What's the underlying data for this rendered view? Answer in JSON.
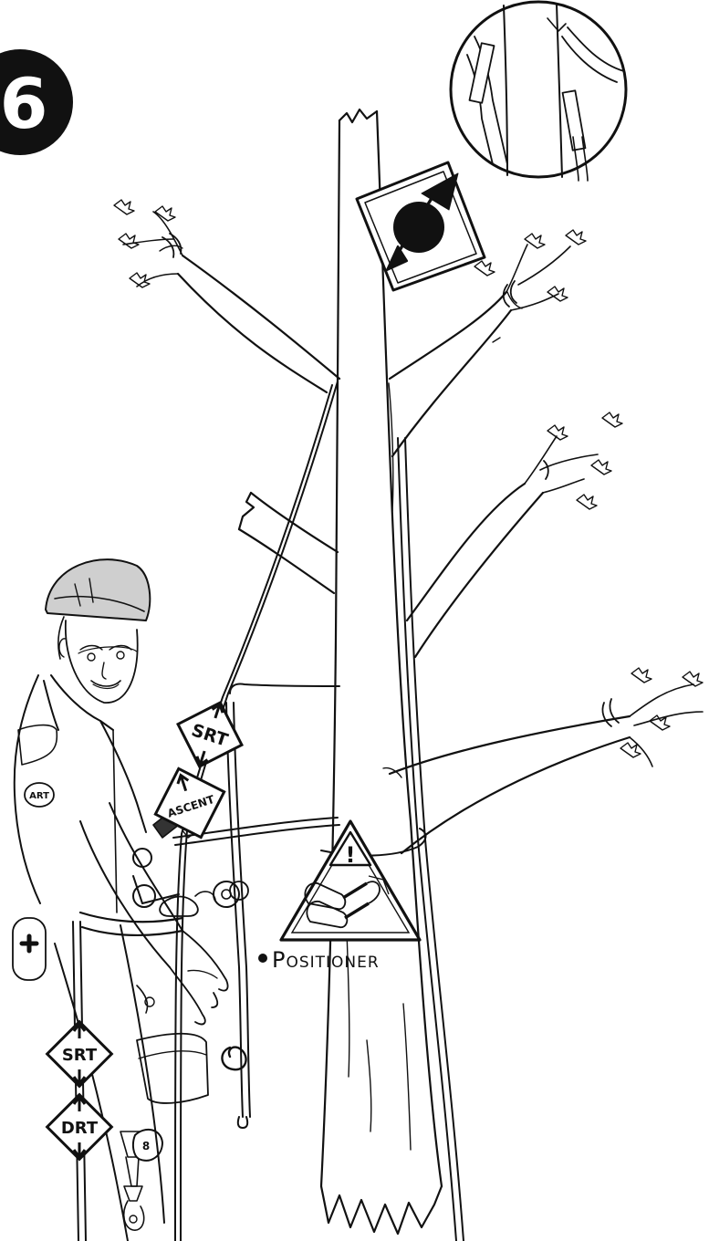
{
  "step": {
    "number": "6"
  },
  "signs": {
    "srt_upper": {
      "label": "SRT"
    },
    "ascent": {
      "label": "ASCENT"
    },
    "srt_lower": {
      "label": "SRT"
    },
    "drt_lower": {
      "label": "DRT"
    },
    "warning": {
      "glyph": "!"
    }
  },
  "callout": {
    "label": "Positioner"
  },
  "badge": {
    "text": "ART"
  },
  "colors": {
    "ink": "#111111",
    "paper": "#ffffff"
  }
}
